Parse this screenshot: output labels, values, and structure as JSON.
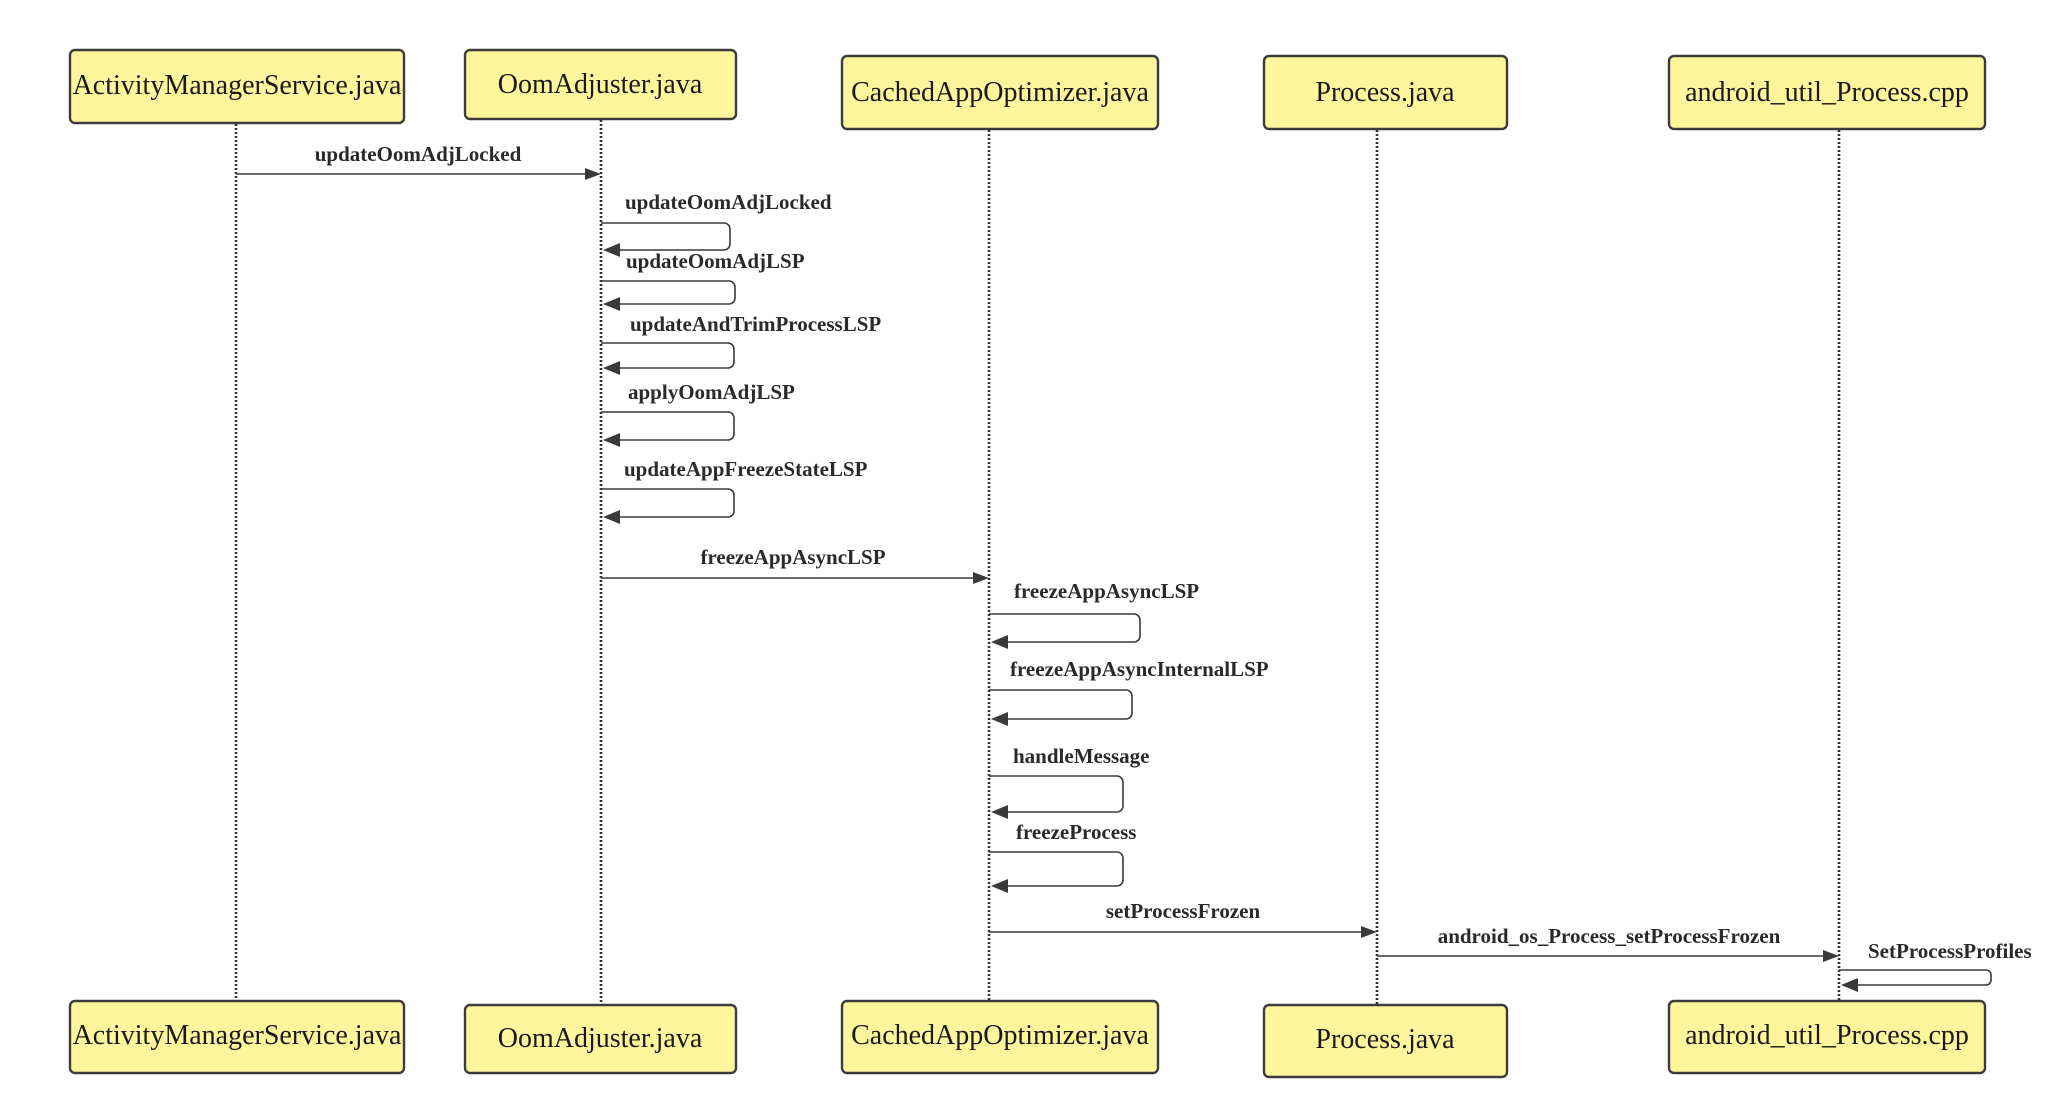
{
  "participants": [
    {
      "id": "ams",
      "label": "ActivityManagerService.java"
    },
    {
      "id": "oom",
      "label": "OomAdjuster.java"
    },
    {
      "id": "cao",
      "label": "CachedAppOptimizer.java"
    },
    {
      "id": "proc",
      "label": "Process.java"
    },
    {
      "id": "native",
      "label": "android_util_Process.cpp"
    }
  ],
  "messages": [
    {
      "from": "ams",
      "to": "oom",
      "label": "updateOomAdjLocked"
    },
    {
      "from": "oom",
      "to": "oom",
      "label": "updateOomAdjLocked"
    },
    {
      "from": "oom",
      "to": "oom",
      "label": "updateOomAdjLSP"
    },
    {
      "from": "oom",
      "to": "oom",
      "label": "updateAndTrimProcessLSP"
    },
    {
      "from": "oom",
      "to": "oom",
      "label": "applyOomAdjLSP"
    },
    {
      "from": "oom",
      "to": "oom",
      "label": "updateAppFreezeStateLSP"
    },
    {
      "from": "oom",
      "to": "cao",
      "label": "freezeAppAsyncLSP"
    },
    {
      "from": "cao",
      "to": "cao",
      "label": "freezeAppAsyncLSP"
    },
    {
      "from": "cao",
      "to": "cao",
      "label": "freezeAppAsyncInternalLSP"
    },
    {
      "from": "cao",
      "to": "cao",
      "label": "handleMessage"
    },
    {
      "from": "cao",
      "to": "cao",
      "label": "freezeProcess"
    },
    {
      "from": "cao",
      "to": "proc",
      "label": "setProcessFrozen"
    },
    {
      "from": "proc",
      "to": "native",
      "label": "android_os_Process_setProcessFrozen"
    },
    {
      "from": "native",
      "to": "native",
      "label": "SetProcessProfiles"
    }
  ],
  "colors": {
    "box_fill": "#fff59d",
    "box_stroke": "#3c3c3c",
    "line": "#3a3a3a"
  }
}
